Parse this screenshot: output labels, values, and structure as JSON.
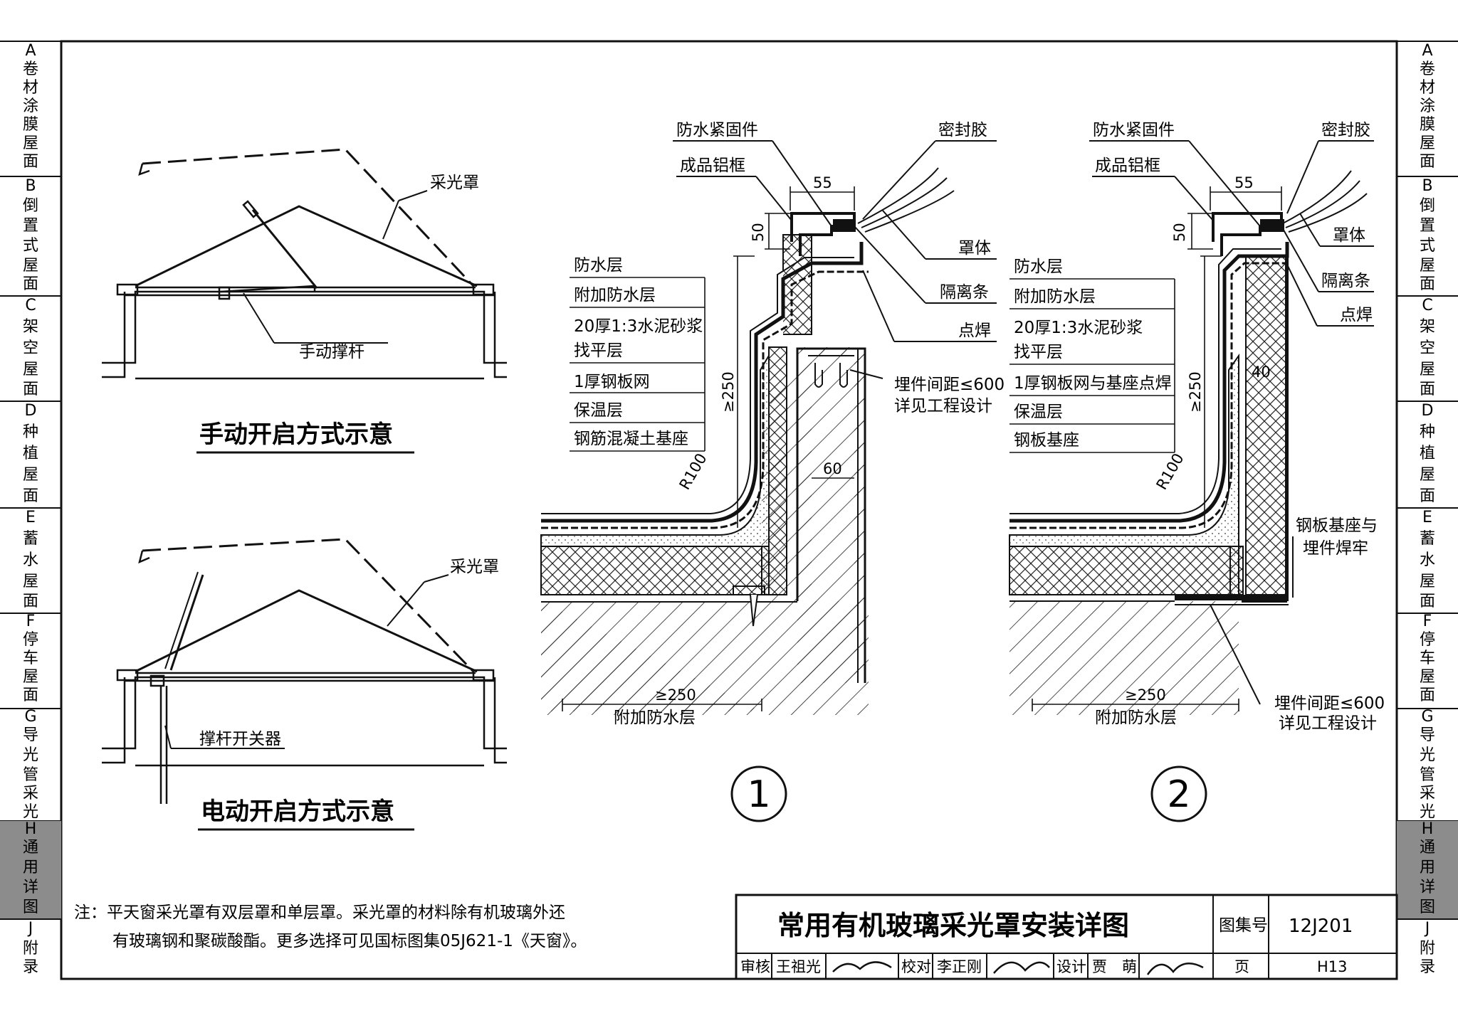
{
  "side_tabs": [
    {
      "code": "A",
      "text": "卷材涂膜屋面",
      "active": false
    },
    {
      "code": "B",
      "text": "倒置式屋面",
      "active": false
    },
    {
      "code": "C",
      "text": "架空屋面",
      "active": false
    },
    {
      "code": "D",
      "text": "种植屋面",
      "active": false
    },
    {
      "code": "E",
      "text": "蓄水屋面",
      "active": false
    },
    {
      "code": "F",
      "text": "停车屋面",
      "active": false
    },
    {
      "code": "G",
      "text": "导光管采光",
      "active": false
    },
    {
      "code": "H",
      "text": "通用详图",
      "active": true
    },
    {
      "code": "J",
      "text": "附录",
      "active": false
    }
  ],
  "left": {
    "manual": {
      "title": "手动开启方式示意",
      "cover": "采光罩",
      "rod": "手动撑杆"
    },
    "electric": {
      "title": "电动开启方式示意",
      "cover": "采光罩",
      "switch": "撑杆开关器"
    }
  },
  "detail1": {
    "fastener": "防水紧固件",
    "frame": "成品铝框",
    "sealant": "密封胶",
    "cover": "罩体",
    "isolation": "隔离条",
    "weld": "点焊",
    "embed1": "埋件间距≤600",
    "embed2": "详见工程设计",
    "layers": [
      "防水层",
      "附加防水层",
      "20厚1:3水泥砂浆",
      "找平层",
      "1厚钢板网",
      "保温层",
      "钢筋混凝土基座"
    ],
    "dim55": "55",
    "dim50": "50",
    "dim250": "≥250",
    "dim60": "60",
    "r100": "R100",
    "dimbottom": "≥250",
    "bottom": "附加防水层",
    "mark": "1"
  },
  "detail2": {
    "fastener": "防水紧固件",
    "frame": "成品铝框",
    "sealant": "密封胶",
    "cover": "罩体",
    "isolation": "隔离条",
    "weld": "点焊",
    "layers": [
      "防水层",
      "附加防水层",
      "20厚1:3水泥砂浆",
      "找平层",
      "1厚钢板网与基座点焊",
      "保温层",
      "钢板基座"
    ],
    "base1": "钢板基座与",
    "base2": "埋件焊牢",
    "embed1": "埋件间距≤600",
    "embed2": "详见工程设计",
    "dim55": "55",
    "dim50": "50",
    "dim250": "≥250",
    "dim40": "40",
    "r100": "R100",
    "dimbottom": "≥250",
    "bottom": "附加防水层",
    "mark": "2"
  },
  "note": {
    "line1": "注：平天窗采光罩有双层罩和单层罩。采光罩的材料除有机玻璃外还",
    "line2": "有玻璃钢和聚碳酸酯。更多选择可见国标图集05J621-1《天窗》。"
  },
  "titleblock": {
    "title": "常用有机玻璃采光罩安装详图",
    "set_label": "图集号",
    "set_no": "12J201",
    "review": "审核",
    "reviewer": "王祖光",
    "check": "校对",
    "checker": "李正刚",
    "design": "设计",
    "designer": "贾　萌",
    "page_label": "页",
    "page_no": "H13"
  }
}
